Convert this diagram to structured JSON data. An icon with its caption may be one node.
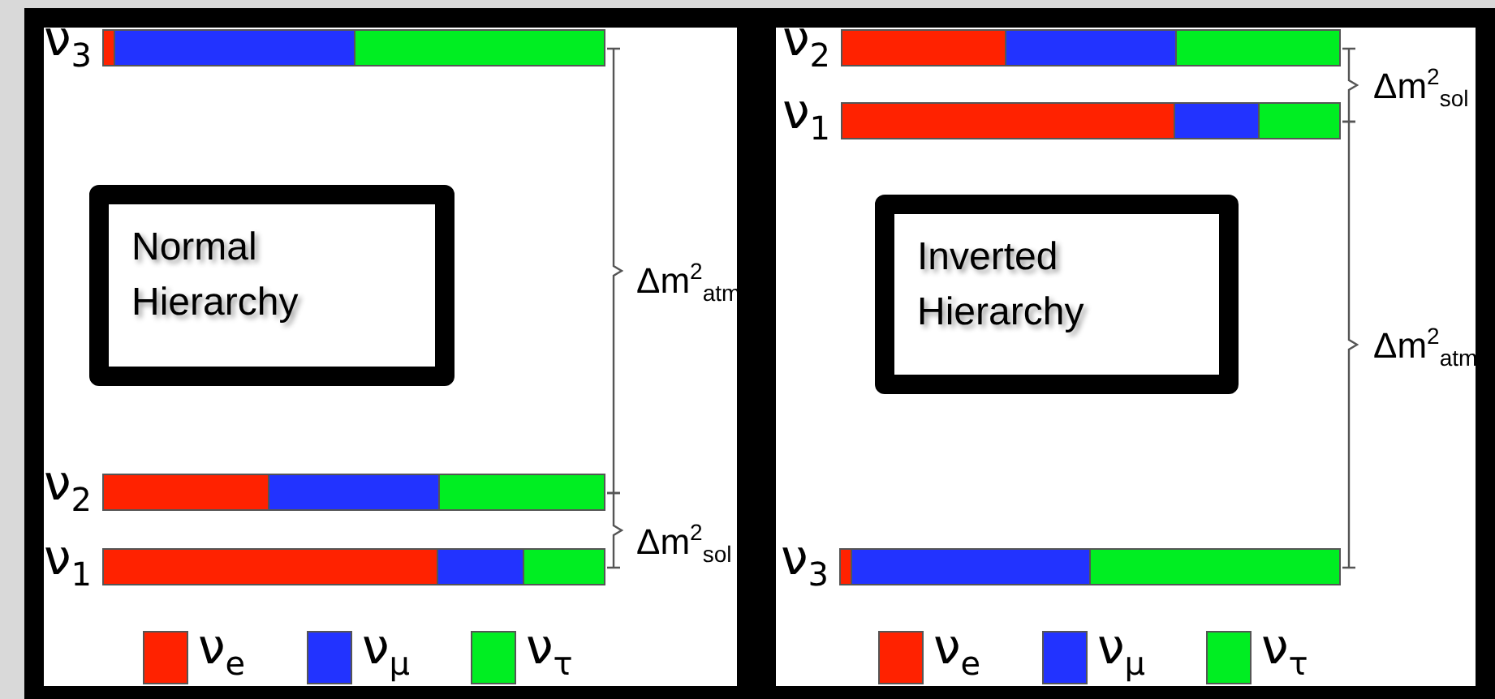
{
  "diagram": {
    "nodes": [
      {
        "text": [],
        "shape": "box"
      },
      {
        "text": [],
        "shape": "bar",
        "in": 0,
        "beside": [
          "ν$_{3}$"
        ]
      },
      {
        "text": [
          "Normal Hierarchy"
        ],
        "in": 0
      },
      {
        "text": [],
        "shape": "bar",
        "in": 0,
        "beside": [
          "ν$_{2}$"
        ]
      },
      {
        "text": [],
        "shape": "bar",
        "in": 0,
        "beside": [
          "ν$_{1}$"
        ]
      },
      {
        "text": [],
        "shape": "box"
      },
      {
        "text": [],
        "shape": "bar",
        "in": 5,
        "beside": [
          "ν$_{2}$"
        ]
      },
      {
        "text": [],
        "shape": "bar",
        "in": 5,
        "beside": [
          "ν$_{1}$"
        ]
      },
      {
        "text": [
          "Inverted Hierarchy"
        ],
        "in": 5
      },
      {
        "text": [],
        "shape": "bar",
        "in": 5,
        "beside": [
          "ν$_{3}$"
        ]
      }
    ],
    "edges": [],
    "labels": [
      "Δm$^{2}$$_{atm}$",
      "Δm$^{2}$$_{sol}$",
      "Δm$^{2}$$_{sol}$",
      "Δm$^{2}$$_{atm}$"
    ],
    "legend": [
      {
        "text": "ν$_{e}$",
        "color": "#ff2200"
      },
      {
        "text": "ν$_{μ}$",
        "color": "#2233ff"
      },
      {
        "text": "ν$_{τ}$",
        "color": "#00ee22"
      },
      {
        "text": "ν$_{e}$",
        "color": "#ff2200"
      },
      {
        "text": "ν$_{μ}$",
        "color": "#2233ff"
      },
      {
        "text": "ν$_{τ}$",
        "color": "#00ee22"
      }
    ]
  }
}
